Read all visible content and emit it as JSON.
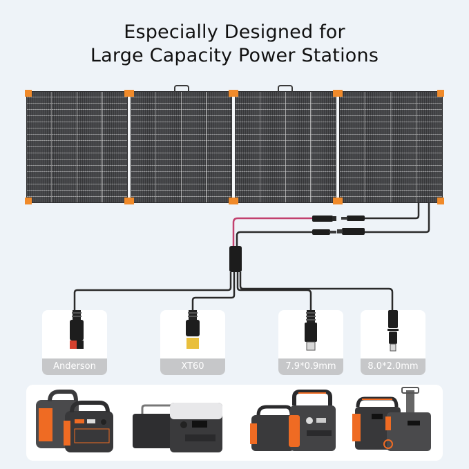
{
  "title": {
    "line1": "Especially Designed for",
    "line2": "Large Capacity Power Stations"
  },
  "solar_panel": {
    "panel_count": 4,
    "frame_accent_color": "#f08a2a",
    "cell_color": "#4a4b4e"
  },
  "cables": {
    "positive_color": "#c2406e",
    "negative_color": "#2a2a2a"
  },
  "connectors": [
    {
      "label": "Anderson",
      "icon": "anderson-plug-icon"
    },
    {
      "label": "XT60",
      "icon": "xt60-plug-icon"
    },
    {
      "label": "7.9*0.9mm",
      "icon": "dc7909-plug-icon"
    },
    {
      "label": "8.0*2.0mm",
      "icon": "dc8020-plug-icon"
    }
  ],
  "compatible_stations": [
    {
      "icon": "orange-portable-power-station-pair-icon"
    },
    {
      "icon": "grey-white-power-station-pair-icon"
    },
    {
      "icon": "explorer-power-station-pair-icon"
    },
    {
      "icon": "large-power-station-pair-icon"
    }
  ]
}
